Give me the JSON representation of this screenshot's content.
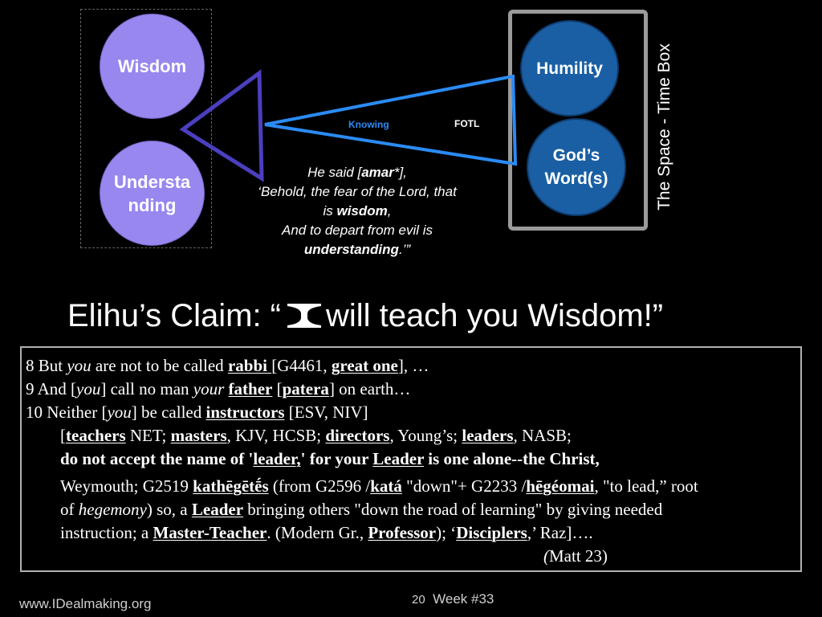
{
  "circles": {
    "wisdom": "Wisdom",
    "understanding_line1": "Understa",
    "understanding_line2": "nding",
    "humility": "Humility",
    "gods_word_line1": "God’s",
    "gods_word_line2": "Word(s)"
  },
  "side_label": "The Space - Time Box",
  "arrow_labels": {
    "knowing": "Knowing",
    "fotl": "FOTL"
  },
  "quote": {
    "l1_a": "He said [",
    "l1_b": "amar",
    "l1_c": "*],",
    "l2": "‘Behold, the fear of the Lord, that",
    "l3_a": "is ",
    "l3_b": "wisdom",
    "l3_c": ",",
    "l4": "And to depart from evil is",
    "l5_a": "understanding",
    "l5_b": ".’”"
  },
  "heading": {
    "before": "Elihu’s Claim: “",
    "after": "will teach you Wisdom!”"
  },
  "passage": {
    "line1": {
      "a": "8 But ",
      "b": "you",
      "c": " are not to be called ",
      "d": "rabbi ",
      "e": "[G4461, ",
      "f": "great one",
      "g": "], …"
    },
    "line2": {
      "a": "9 And [",
      "b": "you",
      "c": "] call no man ",
      "d": "your",
      "e": " ",
      "f": "father",
      "g": " [",
      "h": "patera",
      "i": "] on earth…"
    },
    "line3": {
      "a": "10 Neither [",
      "b": "you",
      "c": "] be called ",
      "d": "instructors",
      "e": " [ESV, NIV]"
    },
    "line4": {
      "a": "[",
      "b": "teachers",
      "c": " NET; ",
      "d": "masters",
      "e": ", KJV, HCSB; ",
      "f": "directors",
      "g": ", Young’s; ",
      "h": "leaders",
      "i": ", NASB;"
    },
    "line5": {
      "a": "do not accept the name of '",
      "b": "leader,",
      "c": "' for your ",
      "d": "Leader",
      "e": " is one alone--the Christ,"
    },
    "line6": {
      "a": "Weymouth;  G2519 ",
      "b": "kathēgētḗs",
      "c": " (from G2596 /",
      "d": "katá",
      "e": " \"down\"+ G2233 /",
      "f": "hēgéomai",
      "g": ", \"to lead,” root"
    },
    "line7": {
      "a": "of ",
      "b": "hegemony",
      "c": ") so, a ",
      "d": "Leader",
      "e": " bringing others \"down the road of learning\" by giving needed"
    },
    "line8": {
      "a": "instruction; a ",
      "b": "Master-Teacher",
      "c": ". (Modern Gr., ",
      "d": "Professor",
      "e": ");  ‘",
      "f": "Disciplers",
      "g": ",’ Raz]…."
    },
    "line9": {
      "a": "(",
      "b": "Matt 23)"
    }
  },
  "footer": {
    "url": "www.IDealmaking.org",
    "slide_number": "20",
    "week": "Week #33"
  },
  "colors": {
    "purple_circle": "#9787ef",
    "blue_circle": "#1a5fa3",
    "triangle_left": "#4b3fbf",
    "arrow_blue": "#2b8bf5",
    "box_gray": "#9a9a9a"
  }
}
